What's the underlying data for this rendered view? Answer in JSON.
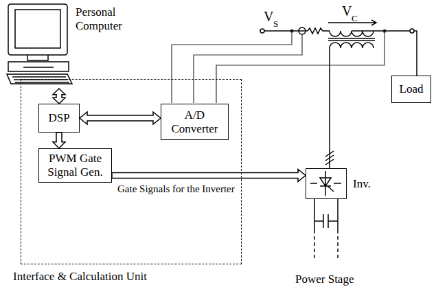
{
  "diagram": {
    "nodes": [
      {
        "text": [
          "Personal Computer"
        ]
      },
      {
        "text": [
          "Interface & Calculation Unit"
        ]
      },
      {
        "text": [
          "DSP"
        ],
        "in": 1
      },
      {
        "text": [
          "A/D Converter"
        ],
        "in": 1
      },
      {
        "text": [
          "PWM Gate Signal Gen."
        ],
        "in": 1
      },
      {
        "text": [
          "Inv."
        ]
      },
      {
        "text": [
          "Load"
        ]
      }
    ],
    "edges": [
      {
        "from": 0,
        "to": 2,
        "arrow": "both"
      },
      {
        "from": 2,
        "to": 3,
        "arrow": "both"
      },
      {
        "from": 2,
        "to": 4,
        "arrow": "to"
      },
      {
        "from": 4,
        "to": 5,
        "arrow": "to",
        "label": "Gate Signals for the Inverter"
      }
    ],
    "labels": [
      "V",
      "S",
      "V",
      "C",
      "Power Stage"
    ]
  }
}
